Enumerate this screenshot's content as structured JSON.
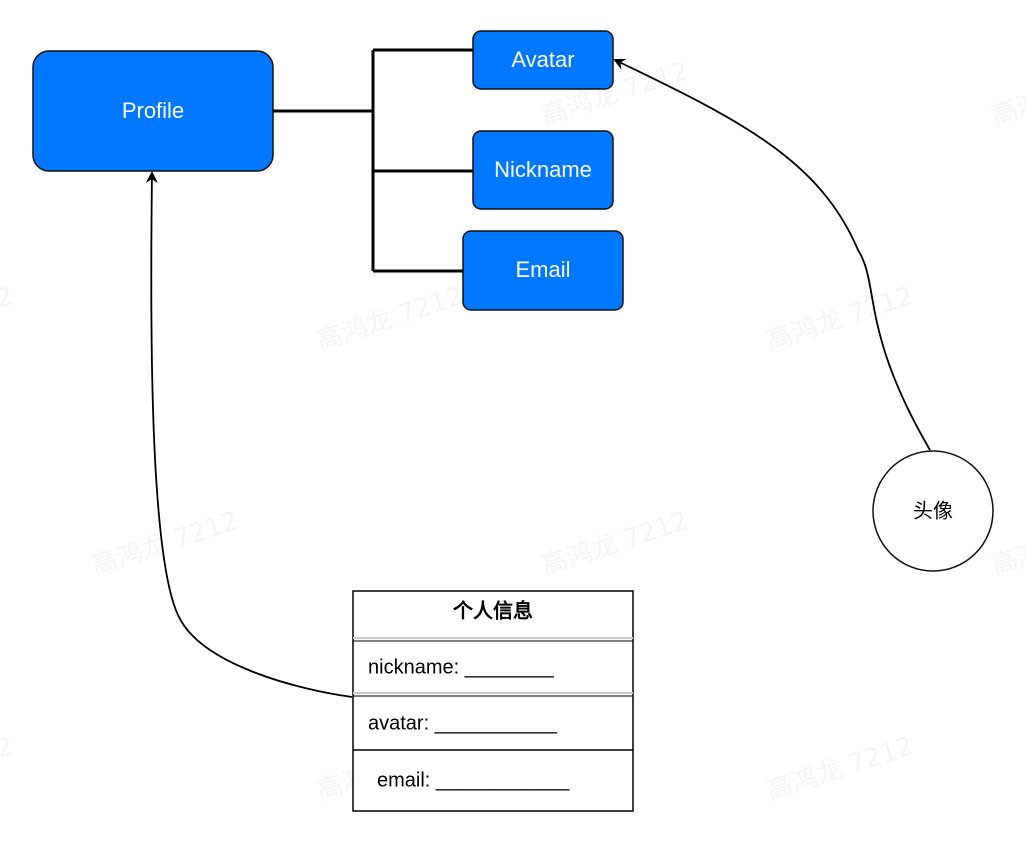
{
  "watermark": "高鸿龙 7212",
  "nodes": {
    "profile": "Profile",
    "avatar": "Avatar",
    "nickname": "Nickname",
    "email": "Email",
    "circle": "头像"
  },
  "form": {
    "title": "个人信息",
    "rows": [
      "nickname: ________",
      "avatar: ___________",
      "email: ____________"
    ]
  },
  "colors": {
    "node_fill": "#0077FF",
    "node_stroke": "#111111",
    "line": "#000000",
    "background": "#ffffff"
  }
}
